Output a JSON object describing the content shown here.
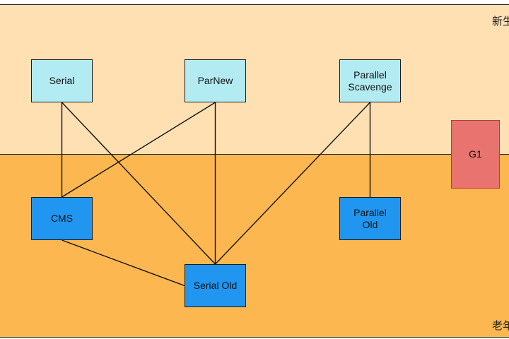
{
  "regions": {
    "young": "新生",
    "old": "老年"
  },
  "collectors": {
    "serial": "Serial",
    "parnew": "ParNew",
    "parallel_scavenge": "Parallel\nScavenge",
    "cms": "CMS",
    "parallel_old": "Parallel\nOld",
    "serial_old": "Serial Old",
    "g1": "G1"
  },
  "colors": {
    "young_region": "#fee0b3",
    "old_region": "#fdb750",
    "young_collector": "#b3ebf2",
    "old_collector": "#2096f0",
    "g1": "#e8736f"
  },
  "links": [
    [
      "serial",
      "cms"
    ],
    [
      "serial",
      "serial_old"
    ],
    [
      "parnew",
      "cms"
    ],
    [
      "parnew",
      "serial_old"
    ],
    [
      "parallel_scavenge",
      "serial_old"
    ],
    [
      "parallel_scavenge",
      "parallel_old"
    ],
    [
      "cms",
      "serial_old"
    ]
  ]
}
